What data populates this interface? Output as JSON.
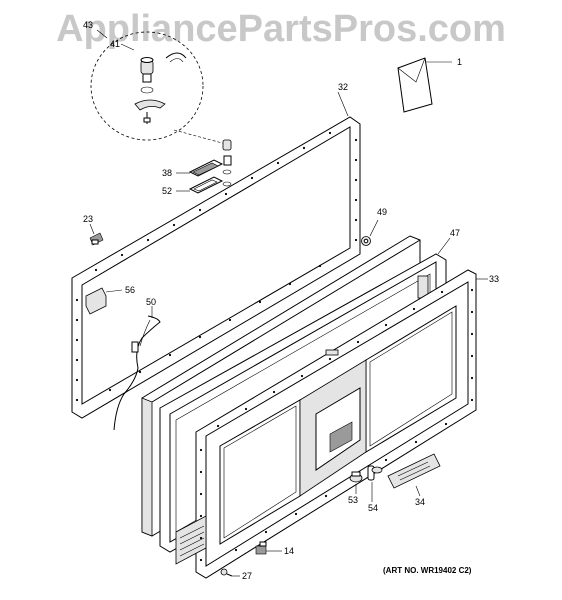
{
  "watermark": "AppliancePartsPros.com",
  "art_number": "(ART NO. WR19402 C2)",
  "callouts": {
    "c1": "1",
    "c14": "14",
    "c23": "23",
    "c27": "27",
    "c32": "32",
    "c33": "33",
    "c34": "34",
    "c38": "38",
    "c41": "41",
    "c43": "43",
    "c47": "47",
    "c49": "49",
    "c50": "50",
    "c52": "52",
    "c53": "53",
    "c54": "54",
    "c56": "56"
  }
}
